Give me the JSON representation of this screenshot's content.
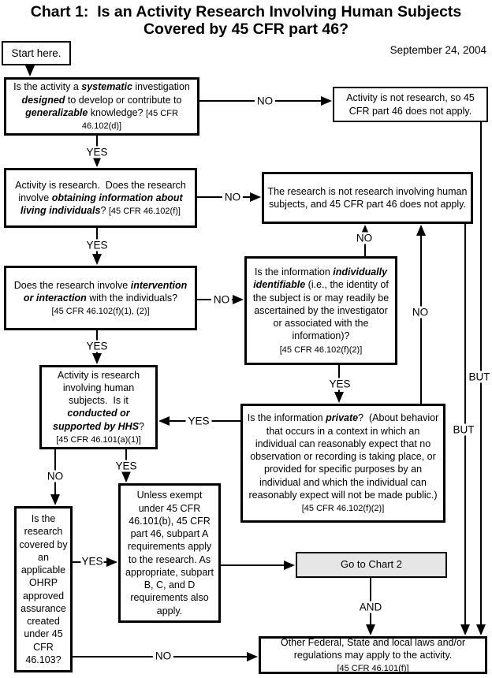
{
  "header": {
    "title_line1": "Chart 1:  Is an Activity Research Involving Human Subjects",
    "title_line2": "Covered by 45 CFR part 46?",
    "date": "September 24, 2004"
  },
  "colors": {
    "line": "#000000",
    "box_fill": "#ffffff",
    "chart2_fill": "#e6e6e6",
    "text": "#000000"
  },
  "nodes": {
    "start": {
      "parts": [
        {
          "text": "Start here.",
          "style": "plain"
        }
      ]
    },
    "q1": {
      "parts": [
        {
          "text": "Is the activity a ",
          "style": "plain"
        },
        {
          "text": "systematic",
          "style": "emph"
        },
        {
          "text": " investigation ",
          "style": "plain"
        },
        {
          "text": "designed",
          "style": "emph"
        },
        {
          "text": " to develop or contribute to ",
          "style": "plain"
        },
        {
          "text": "generalizable",
          "style": "emph"
        },
        {
          "text": " knowledge? ",
          "style": "plain"
        },
        {
          "text": "[45 CFR 46.102(d)]",
          "style": "ref"
        }
      ]
    },
    "not_research": {
      "parts": [
        {
          "text": "Activity is not research, so 45 CFR part 46 does not apply.",
          "style": "plain"
        }
      ]
    },
    "q2": {
      "parts": [
        {
          "text": "Activity is research.  Does the research involve ",
          "style": "plain"
        },
        {
          "text": "obtaining information about living individuals",
          "style": "emph"
        },
        {
          "text": "? ",
          "style": "plain"
        },
        {
          "text": "[45 CFR 46.102(f)]",
          "style": "ref"
        }
      ]
    },
    "not_human_subjects": {
      "parts": [
        {
          "text": "The research is not research involving human subjects, and 45 CFR part 46 does not apply.",
          "style": "plain"
        }
      ]
    },
    "q3": {
      "parts": [
        {
          "text": "Does the research involve ",
          "style": "plain"
        },
        {
          "text": "intervention or interaction",
          "style": "emph"
        },
        {
          "text": " with the individuals?",
          "style": "plain"
        },
        {
          "text": "",
          "style": "break"
        },
        {
          "text": "[45 CFR 46.102(f)(1), (2)]",
          "style": "ref"
        }
      ]
    },
    "identifiable": {
      "parts": [
        {
          "text": "Is the information ",
          "style": "plain"
        },
        {
          "text": "individually identifiable",
          "style": "emph"
        },
        {
          "text": " (i.e., the identity of the subject is or may readily be ascertained by the investigator or associated with the information)?",
          "style": "plain"
        },
        {
          "text": "",
          "style": "break"
        },
        {
          "text": "[45 CFR 46.102(f)(2)]",
          "style": "ref"
        }
      ]
    },
    "hhs": {
      "parts": [
        {
          "text": "Activity is research involving human subjects.  Is it ",
          "style": "plain"
        },
        {
          "text": "conducted or supported by HHS",
          "style": "emph"
        },
        {
          "text": "?",
          "style": "plain"
        },
        {
          "text": "",
          "style": "break"
        },
        {
          "text": "[45 CFR 46.101(a)(1)]",
          "style": "ref"
        }
      ]
    },
    "private_info": {
      "parts": [
        {
          "text": "Is the information ",
          "style": "plain"
        },
        {
          "text": "private",
          "style": "emph"
        },
        {
          "text": "?  (About behavior that occurs in a context in which an individual can reasonably expect that no observation or recording is taking place, or provided for specific purposes by an individual and which the individual can reasonably expect will not be made public.) ",
          "style": "plain"
        },
        {
          "text": "[45 CFR 46.102(f)(2)]",
          "style": "ref"
        }
      ]
    },
    "ohrp": {
      "parts": [
        {
          "text": "Is the research covered by an applicable OHRP approved assurance created under 45 CFR 46.103?",
          "style": "plain"
        }
      ]
    },
    "exempt": {
      "parts": [
        {
          "text": "Unless exempt under 45 CFR 46.101(b), 45 CFR part 46, subpart A requirements apply to the research. As appropriate, subpart B, C, and D requirements also apply.",
          "style": "plain"
        }
      ]
    },
    "chart2": {
      "parts": [
        {
          "text": "Go to Chart 2",
          "style": "plain"
        }
      ]
    },
    "other_laws": {
      "parts": [
        {
          "text": "Other Federal, State and local laws and/or regulations may apply to the activity.",
          "style": "plain"
        },
        {
          "text": "",
          "style": "break"
        },
        {
          "text": "[45 CFR 46.101(f)]",
          "style": "ref"
        }
      ]
    }
  },
  "edge_labels": {
    "q1_yes": "YES",
    "q1_no": "NO",
    "q2_yes": "YES",
    "q2_no": "NO",
    "q3_yes": "YES",
    "q3_no": "NO",
    "identifiable_yes": "YES",
    "identifiable_no": "NO",
    "private_yes": "YES",
    "private_no": "NO",
    "hhs_yes": "YES",
    "hhs_no": "NO",
    "ohrp_yes": "YES",
    "ohrp_no": "NO",
    "and_label": "AND",
    "but_top": "BUT",
    "but_bottom": "BUT"
  }
}
